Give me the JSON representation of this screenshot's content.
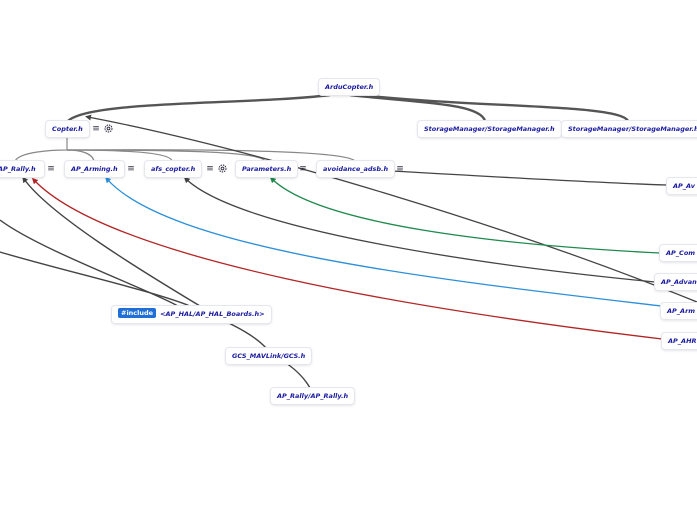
{
  "nodes": {
    "arducopter": "ArduCopter.h",
    "copter": "Copter.h",
    "storage1": "StorageManager/StorageManager.h",
    "storage2": "StorageManager/StorageManager.h",
    "rally": "AP_Rally.h",
    "arming": "AP_Arming.h",
    "afs": "afs_copter.h",
    "parameters": "Parameters.h",
    "adsb": "avoidance_adsb.h",
    "include_badge": "#include",
    "include_target": "<AP_HAL/AP_HAL_Boards.h>",
    "gcs": "GCS_MAVLink/GCS.h",
    "ap_rally": "AP_Rally/AP_Rally.h",
    "right_av": "AP_Av",
    "right_com": "AP_Com",
    "right_advan": "AP_Advan",
    "right_arm": "AP_Arm",
    "right_ahr": "AP_AHR"
  },
  "icons": {
    "menu": "≡",
    "gear": "gear-icon"
  },
  "colors": {
    "link_default": "#444444",
    "link_green": "#1e8a4c",
    "link_blue": "#2b8fd9",
    "link_red": "#b32424",
    "node_text": "#1a1aa0",
    "badge": "#1f6fd6"
  }
}
